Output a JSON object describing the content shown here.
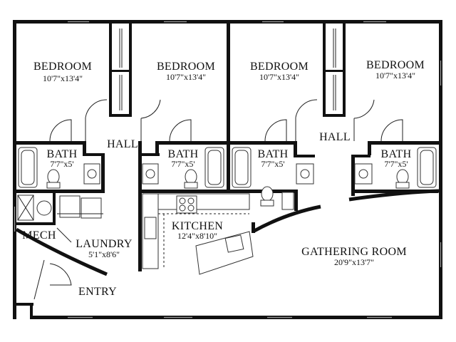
{
  "rooms": {
    "bedroom1": {
      "name": "BEDROOM",
      "dims": "10'7\"x13'4\""
    },
    "bedroom2": {
      "name": "BEDROOM",
      "dims": "10'7\"x13'4\""
    },
    "bedroom3": {
      "name": "BEDROOM",
      "dims": "10'7\"x13'4\""
    },
    "bedroom4": {
      "name": "BEDROOM",
      "dims": "10'7\"x13'4\""
    },
    "hall1": {
      "name": "HALL"
    },
    "hall2": {
      "name": "HALL"
    },
    "bath1": {
      "name": "BATH",
      "dims": "7'7\"x5'"
    },
    "bath2": {
      "name": "BATH",
      "dims": "7'7\"x5'"
    },
    "bath3": {
      "name": "BATH",
      "dims": "7'7\"x5'"
    },
    "bath4": {
      "name": "BATH",
      "dims": "7'7\"x5'"
    },
    "mech": {
      "name": "MECH"
    },
    "laundry": {
      "name": "LAUNDRY",
      "dims": "5'1\"x8'6\""
    },
    "kitchen": {
      "name": "KITCHEN",
      "dims": "12'4\"x8'10\""
    },
    "gathering": {
      "name": "GATHERING ROOM",
      "dims": "20'9\"x13'7\""
    },
    "entry": {
      "name": "ENTRY"
    }
  }
}
